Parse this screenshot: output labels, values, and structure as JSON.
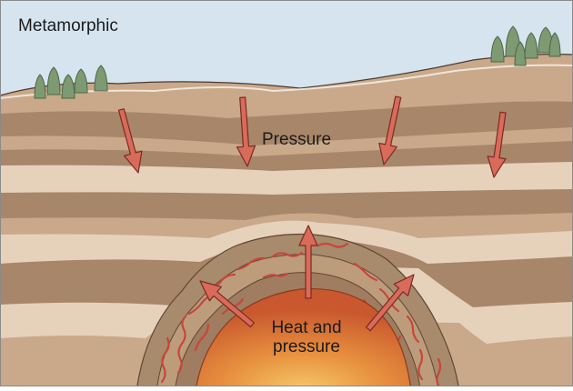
{
  "title": "Metamorphic",
  "labels": {
    "pressure": "Pressure",
    "heat_line1": "Heat and",
    "heat_line2": "pressure"
  },
  "colors": {
    "sky": "#d6e4f0",
    "layer_dark": "#a8866a",
    "layer_mid": "#c9a98a",
    "layer_light": "#e6d2bb",
    "arrow_fill": "#d96b5a",
    "arrow_stroke": "#7a2b22",
    "magma_core": "#f6c96a",
    "magma_edge": "#c9582e",
    "tree": "#7d9a72"
  }
}
